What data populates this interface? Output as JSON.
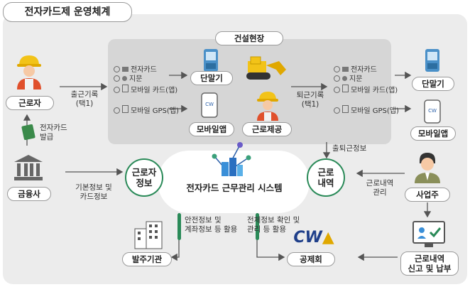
{
  "title": "전자카드제 운영체계",
  "site_title": "건설현장",
  "worker": {
    "label": "근로자"
  },
  "checkin": {
    "label_line1": "출근기록",
    "label_line2": "(택1)"
  },
  "checkout": {
    "label_line1": "퇴근기록",
    "label_line2": "(택1)"
  },
  "left_options": [
    "전자카드",
    "지문",
    "모바일 카드(앱)"
  ],
  "left_gps": "모바일 GPS(앱)",
  "right_options": [
    "전자카드",
    "지문",
    "모바일 카드(앱)"
  ],
  "right_gps": "모바일 GPS(앱)",
  "terminal_label": "단말기",
  "mobile_app_label": "모바일앱",
  "equipment_label": "근로제공",
  "terminal_label_right": "단말기",
  "mobile_app_label_right": "모바일앱",
  "card_issue": {
    "line1": "전자카드",
    "line2": "발급"
  },
  "bank": {
    "label": "금융사"
  },
  "card_info": {
    "line1": "기본정보 및",
    "line2": "카드정보"
  },
  "worker_info": {
    "line1": "근로자",
    "line2": "정보"
  },
  "system": {
    "label": "전자카드 근무관리 시스템"
  },
  "work_history": {
    "line1": "근로",
    "line2": "내역"
  },
  "inout_info": "출퇴근정보",
  "employer": {
    "label": "사업주"
  },
  "history_manage": {
    "line1": "근로내역",
    "line2": "관리"
  },
  "safety_info": {
    "line1": "안전정보 및",
    "line2": "계좌정보 등 활용"
  },
  "total_info": {
    "line1": "전체정보 확인 및",
    "line2": "관리 등 활용"
  },
  "client": {
    "label": "발주기관"
  },
  "mutual_aid": {
    "label": "공제회",
    "logo": "CW"
  },
  "report": {
    "line1": "근로내역",
    "line2": "신고 및 납부"
  },
  "colors": {
    "green": "#2a8a58",
    "gray_box": "#dcdcdc",
    "bg": "#ececec",
    "arrow": "#555555"
  }
}
